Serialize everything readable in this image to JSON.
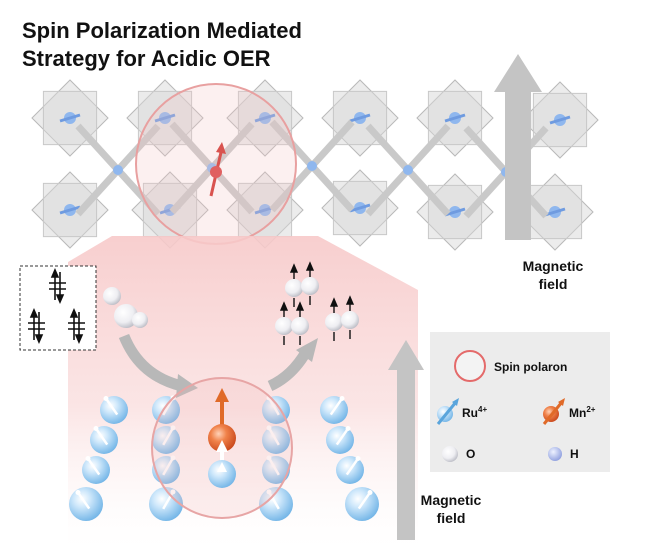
{
  "title": {
    "line1": "Spin Polarization Mediated",
    "line2": "Strategy for Acidic OER"
  },
  "magnetic_field_top": {
    "line1": "Magnetic",
    "line2": "field"
  },
  "magnetic_field_bottom": {
    "line1": "Magnetic",
    "line2": "field"
  },
  "legend": {
    "spin_polaron": "Spin polaron",
    "ru": {
      "base": "Ru",
      "charge": "4+"
    },
    "mn": {
      "base": "Mn",
      "charge": "2+"
    },
    "o": "O",
    "h": "H"
  },
  "colors": {
    "ru_blue": "#8fc6ee",
    "mn_orange": "#e8622a",
    "polaron_red": "#e46a6a",
    "field_arrow": "#c4c4c4",
    "legend_bg": "#ececec",
    "glow_pink": "#f5b5b5"
  }
}
